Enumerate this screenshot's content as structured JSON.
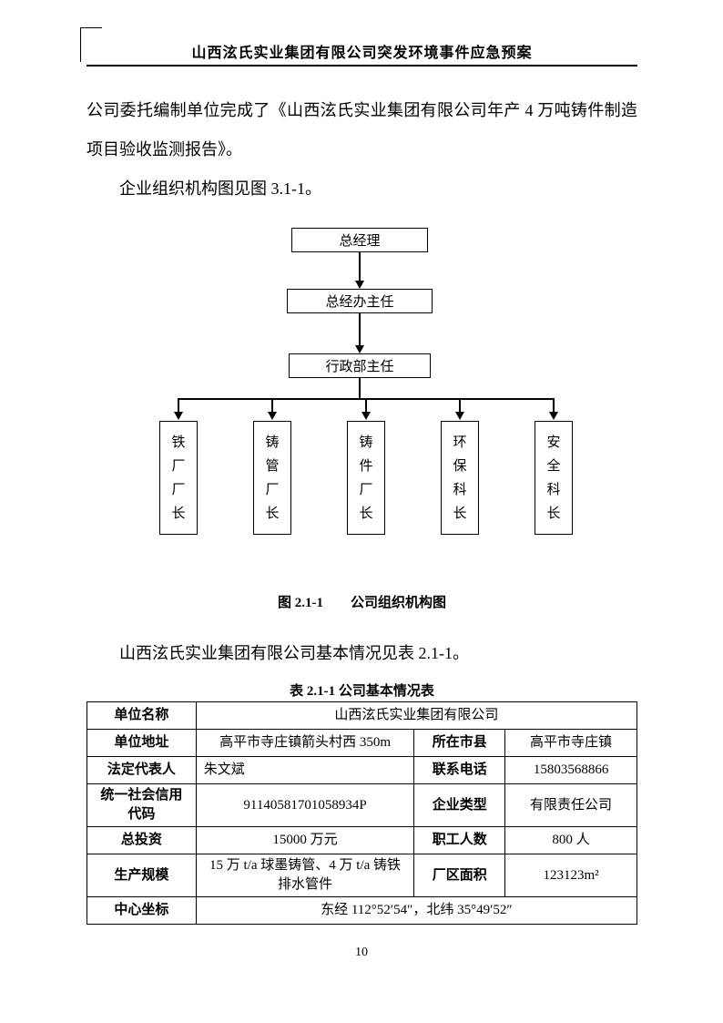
{
  "header": {
    "title": "山西泫氏实业集团有限公司突发环境事件应急预案"
  },
  "paragraphs": {
    "p1": "公司委托编制单位完成了《山西泫氏实业集团有限公司年产 4 万吨铸件制造项目验收监测报告》。",
    "p2": "企业组织机构图见图 3.1-1。",
    "p3": "山西泫氏实业集团有限公司基本情况见表 2.1-1。"
  },
  "org_chart": {
    "caption": "图 2.1-1　　公司组织机构图",
    "nodes": [
      "总经理",
      "总经办主任",
      "行政部主任"
    ],
    "leaves": [
      "铁厂厂长",
      "铸管厂长",
      "铸件厂长",
      "环保科长",
      "安全科长"
    ]
  },
  "table": {
    "caption": "表 2.1-1 公司基本情况表",
    "rows": [
      {
        "cells": [
          "单位名称",
          "山西泫氏实业集团有限公司"
        ]
      },
      {
        "cells": [
          "单位地址",
          "高平市寺庄镇箭头村西 350m",
          "所在市县",
          "高平市寺庄镇"
        ]
      },
      {
        "cells": [
          "法定代表人",
          "朱文斌",
          "联系电话",
          "15803568866"
        ]
      },
      {
        "cells": [
          "统一社会信用代码",
          "91140581701058934P",
          "企业类型",
          "有限责任公司"
        ]
      },
      {
        "cells": [
          "总投资",
          "15000 万元",
          "职工人数",
          "800 人"
        ]
      },
      {
        "cells": [
          "生产规模",
          "15 万 t/a 球墨铸管、4 万 t/a 铸铁排水管件",
          "厂区面积",
          "123123m²"
        ]
      },
      {
        "cells": [
          "中心坐标",
          "东经 112°52′54″，北纬 35°49′52″"
        ]
      }
    ]
  },
  "footer": {
    "page_number": "10"
  }
}
